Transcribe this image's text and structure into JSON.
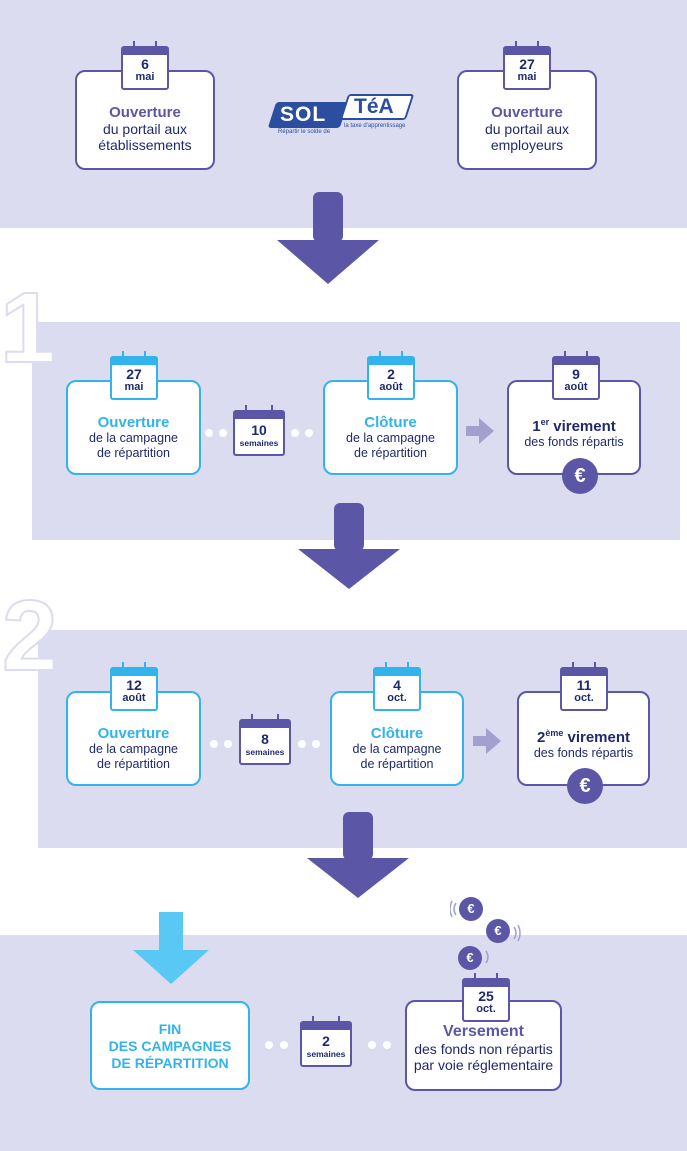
{
  "colors": {
    "band": "#dcdcf0",
    "purple": "#5b57a6",
    "cyan": "#32b3ec",
    "navy": "#1f2a6e",
    "arrow": "#5b57a6",
    "arrow_light": "#5ac8f5"
  },
  "top": {
    "left_card": {
      "day": "6",
      "month": "mai",
      "title": "Ouverture",
      "line1": "du portail aux",
      "line2": "établissements"
    },
    "right_card": {
      "day": "27",
      "month": "mai",
      "title": "Ouverture",
      "line1": "du portail aux",
      "line2": "employeurs"
    },
    "logo": {
      "text_left": "SOL",
      "text_right": "TéA",
      "tag_left": "Répartir le solde de",
      "tag_right": "la taxe d'apprentissage"
    }
  },
  "step1": {
    "number": "1",
    "open": {
      "day": "27",
      "month": "mai",
      "title": "Ouverture",
      "line1": "de la campagne",
      "line2": "de répartition"
    },
    "duration": {
      "value": "10",
      "unit": "semaines"
    },
    "close": {
      "day": "2",
      "month": "août",
      "title": "Clôture",
      "line1": "de la campagne",
      "line2": "de répartition"
    },
    "payment": {
      "day": "9",
      "month": "août",
      "title_prefix": "1",
      "title_sup": "er",
      "title_rest": " virement",
      "line1": "des fonds répartis",
      "coin_icon": "euro-coin-icon"
    }
  },
  "step2": {
    "number": "2",
    "open": {
      "day": "12",
      "month": "août",
      "title": "Ouverture",
      "line1": "de la campagne",
      "line2": "de répartition"
    },
    "duration": {
      "value": "8",
      "unit": "semaines"
    },
    "close": {
      "day": "4",
      "month": "oct.",
      "title": "Clôture",
      "line1": "de la campagne",
      "line2": "de répartition"
    },
    "payment": {
      "day": "11",
      "month": "oct.",
      "title_prefix": "2",
      "title_sup": "ème",
      "title_rest": " virement",
      "line1": "des fonds répartis",
      "coin_icon": "euro-coin-icon"
    }
  },
  "final": {
    "end_card": {
      "line1": "FIN",
      "line2": "DES CAMPAGNES",
      "line3": "DE RÉPARTITION"
    },
    "duration": {
      "value": "2",
      "unit": "semaines"
    },
    "versement": {
      "day": "25",
      "month": "oct.",
      "title": "Versement",
      "line1": "des fonds non répartis",
      "line2": "par voie réglementaire"
    },
    "coin_symbol": "€"
  }
}
